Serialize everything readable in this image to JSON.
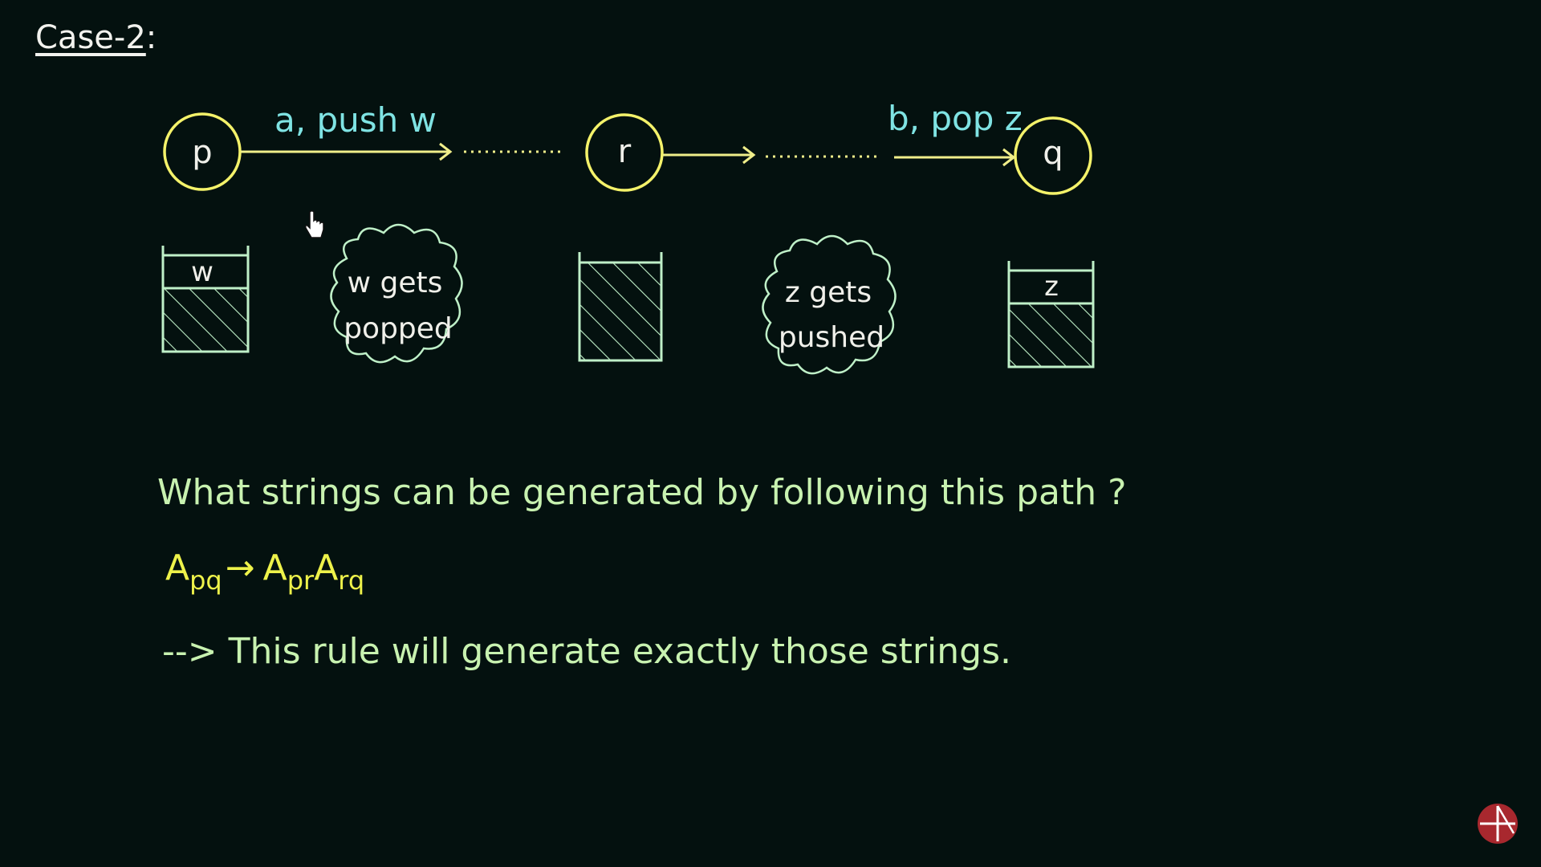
{
  "heading": {
    "title": "Case-2",
    "suffix": ":"
  },
  "diagram": {
    "states": {
      "p": "p",
      "r": "r",
      "q": "q"
    },
    "transitions": {
      "first": "a, push w",
      "last": "b, pop z"
    },
    "stacks": {
      "p_top": "w",
      "q_top": "z"
    },
    "clouds": {
      "popped": [
        "w gets",
        "popped"
      ],
      "pushed": [
        "z gets",
        "pushed"
      ]
    }
  },
  "question": "What strings can be generated by following this path ?",
  "rule": {
    "lhs": "A",
    "lhs_sub": "pq",
    "arrow": "→",
    "rhs1": "A",
    "rhs1_sub": "pr",
    "rhs2": "A",
    "rhs2_sub": "rq"
  },
  "conclusion": "--> This rule will generate exactly those strings.",
  "colors": {
    "background": "#04110f",
    "state_circle": "#f4f26a",
    "arrow": "#f0ee8a",
    "transition_label": "#7fe3e3",
    "stack": "#bff0c8",
    "question_text": "#c8f2b0",
    "rule_text": "#eef24a",
    "logo": "#a8282e"
  }
}
